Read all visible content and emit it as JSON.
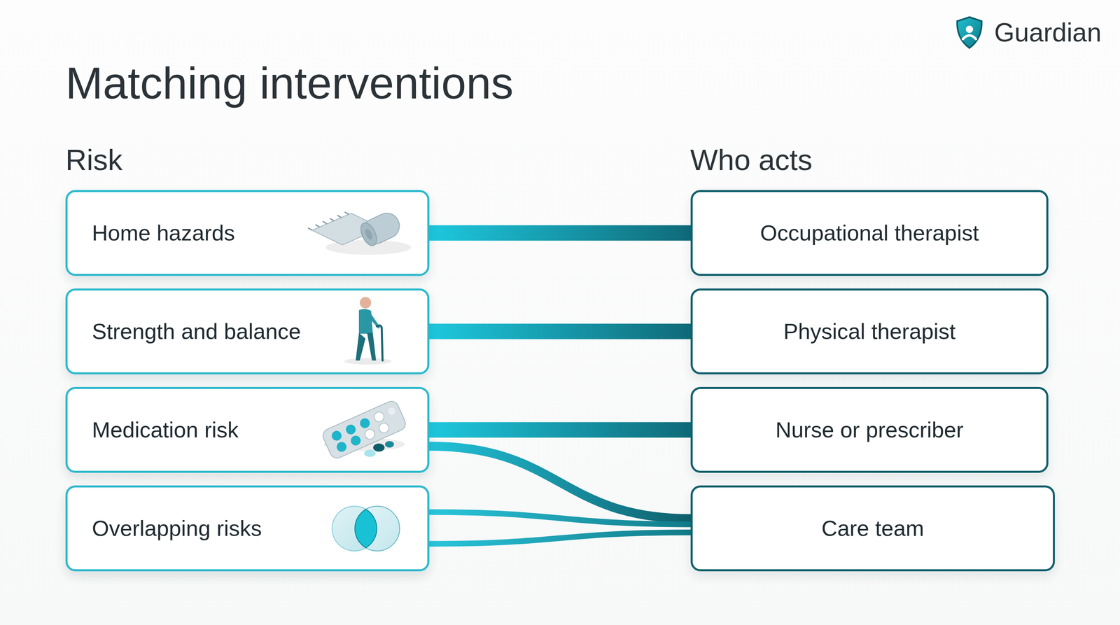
{
  "diagram": {
    "title": "Matching interventions",
    "nodes": [
      {
        "text": [
          "Home hazards"
        ]
      },
      {
        "text": [
          "Strength and balance"
        ]
      },
      {
        "text": [
          "Medication risk"
        ]
      },
      {
        "text": [
          "Overlapping risks"
        ]
      },
      {
        "text": [
          "Occupational therapist"
        ]
      },
      {
        "text": [
          "Physical therapist"
        ]
      },
      {
        "text": [
          "Nurse or prescriber"
        ]
      },
      {
        "text": [
          "Care team"
        ]
      }
    ],
    "edges": [
      {
        "from": 0,
        "to": 4,
        "arrow": "none"
      },
      {
        "from": 1,
        "to": 5,
        "arrow": "none"
      },
      {
        "from": 2,
        "to": 6,
        "arrow": "none"
      },
      {
        "from": 2,
        "to": 7,
        "arrow": "none"
      },
      {
        "from": 3,
        "to": 7,
        "arrow": "none"
      },
      {
        "from": 3,
        "to": 7,
        "arrow": "none"
      }
    ],
    "labels": [
      "Risk",
      "Who acts",
      "Guardian"
    ]
  }
}
